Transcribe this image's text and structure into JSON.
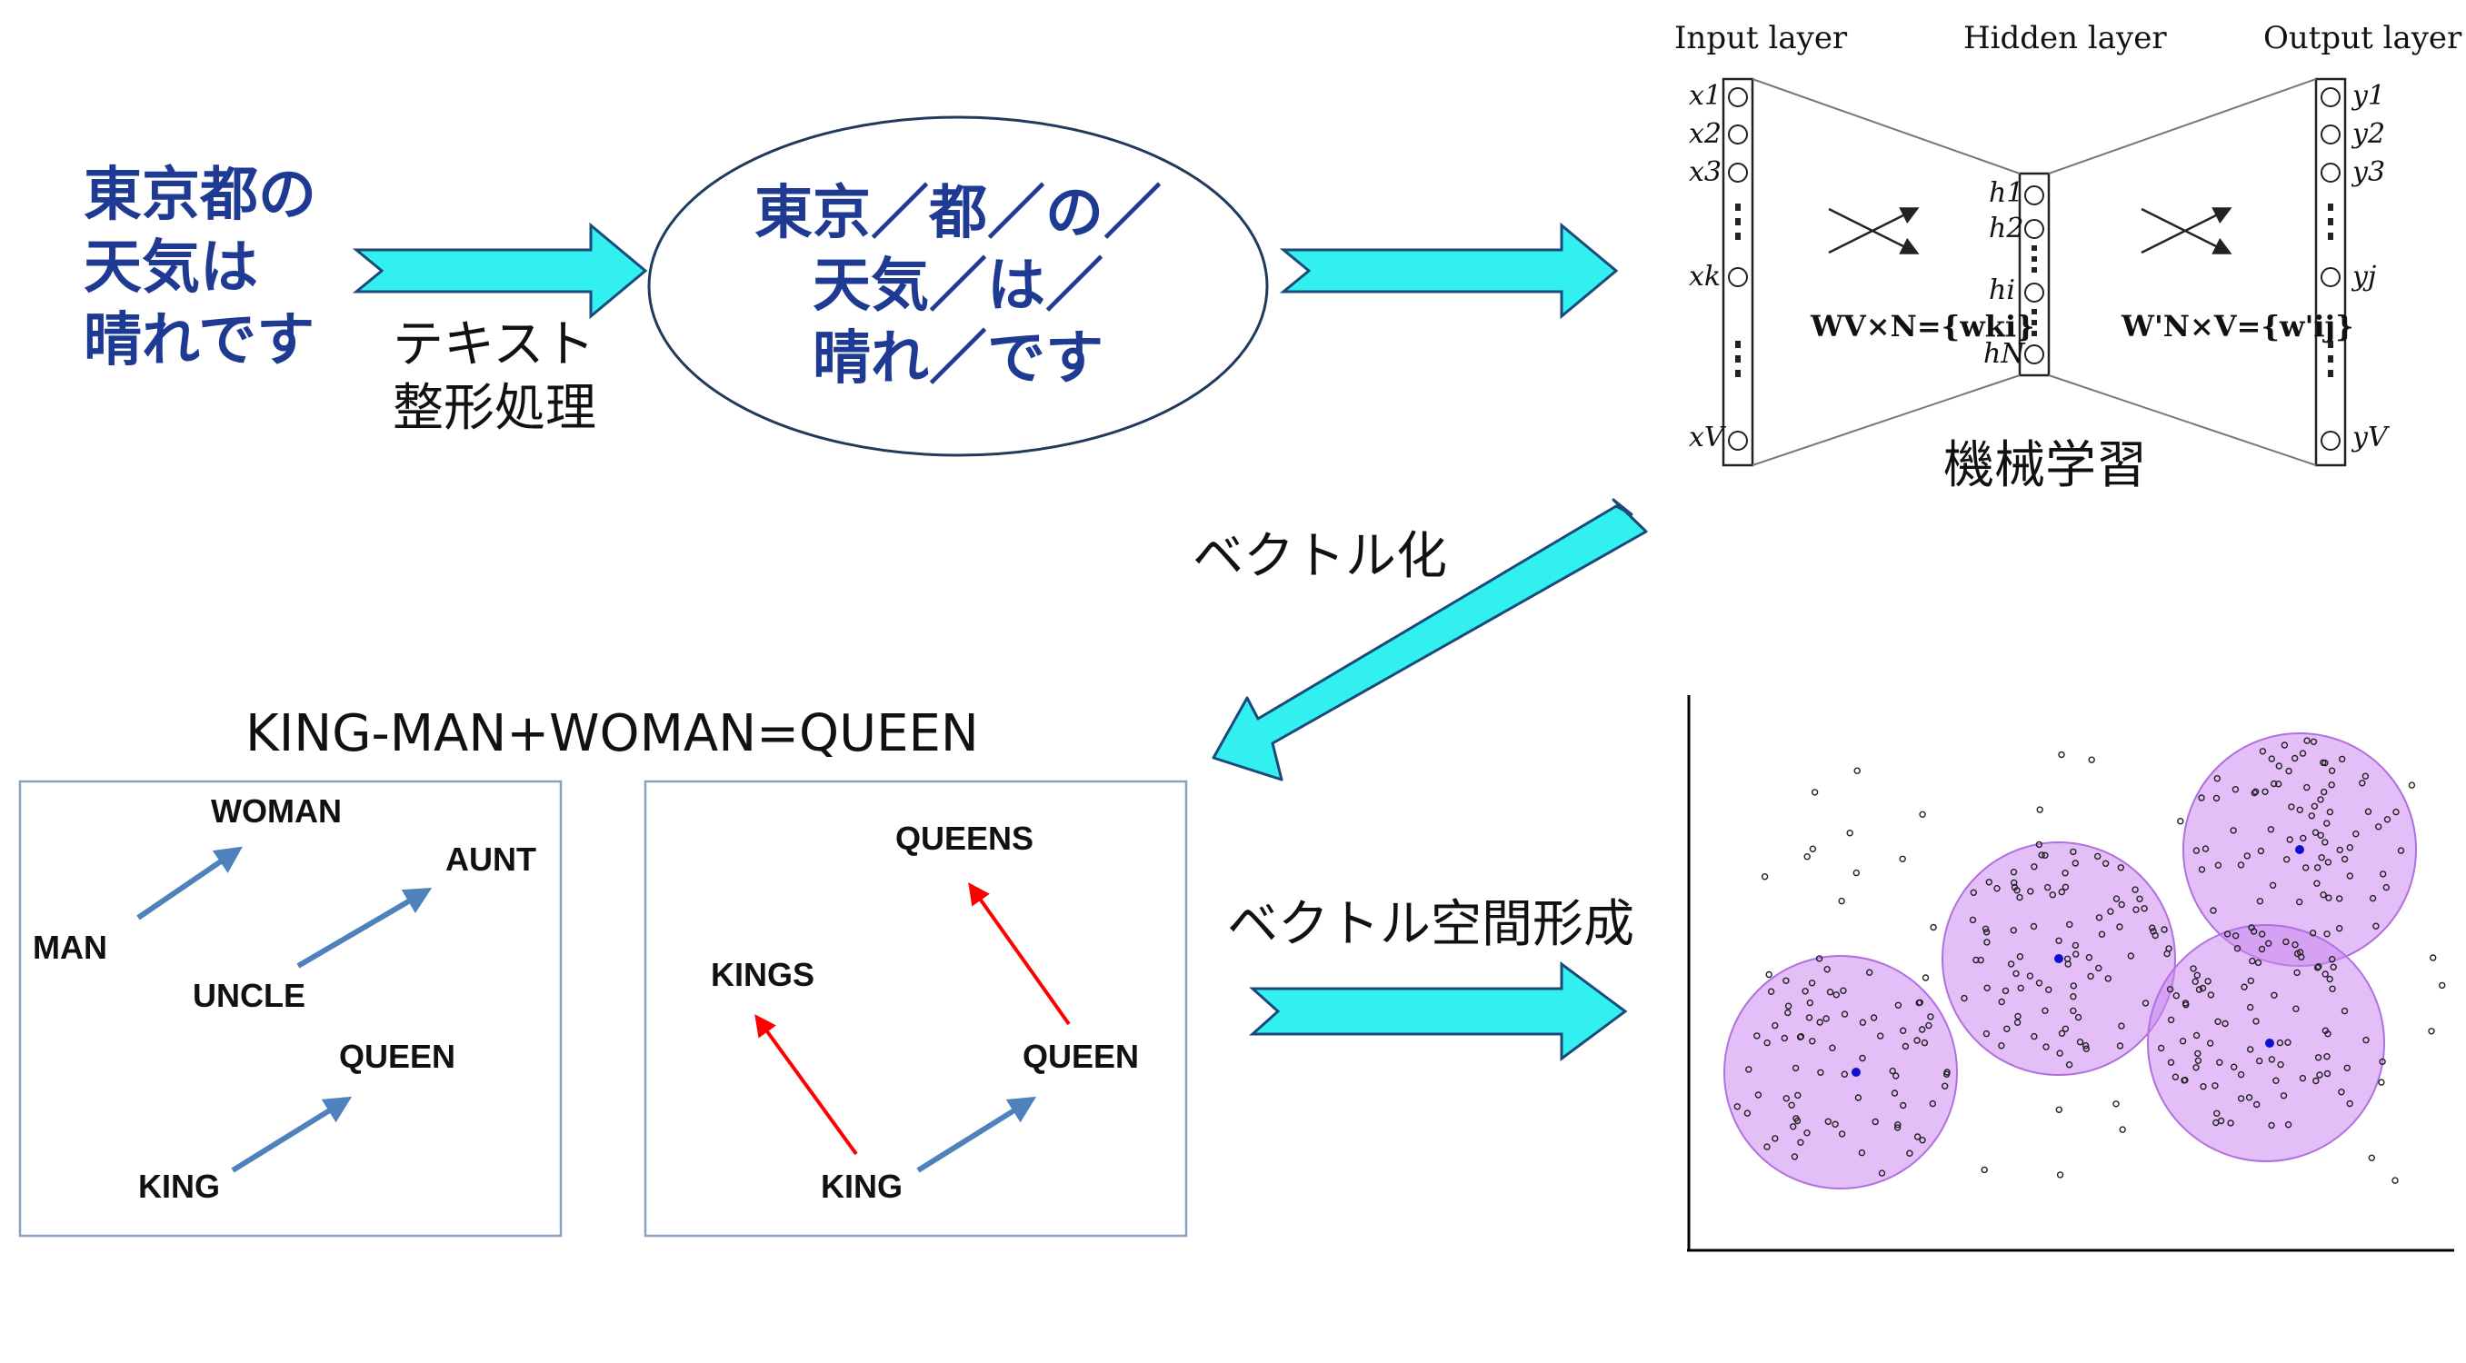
{
  "source_text": [
    "東京都の",
    "天気は",
    "晴れです"
  ],
  "tokens": [
    "東京／都／の／",
    "天気／は／",
    "晴れ／です"
  ],
  "step_labels": {
    "text_processing": [
      "テキスト",
      "整形処理"
    ],
    "machine_learning": "機械学習",
    "vectorize": "ベクトル化",
    "vector_space": "ベクトル空間形成"
  },
  "network": {
    "layers": [
      "Input layer",
      "Hidden layer",
      "Output layer"
    ],
    "inputs": [
      "x1",
      "x2",
      "x3",
      "xk",
      "xV"
    ],
    "hidden": [
      "h1",
      "h2",
      "hi",
      "hN"
    ],
    "outputs": [
      "y1",
      "y2",
      "y3",
      "yj",
      "yV"
    ],
    "weights_in": "WV×N={wki}",
    "weights_out": "W'N×V={w'ij}"
  },
  "formula": "KING-MAN+WOMAN=QUEEN",
  "analogy_left": [
    "WOMAN",
    "AUNT",
    "MAN",
    "UNCLE",
    "QUEEN",
    "KING"
  ],
  "analogy_right": [
    "QUEENS",
    "KINGS",
    "QUEEN",
    "KING"
  ],
  "colors": {
    "dark_blue": "#1f3a93",
    "cyan_arrow": "#33f0f0",
    "blue_arrow": "#4f81bd",
    "red_arrow": "#ff0000",
    "cluster": "#cc88f0"
  }
}
